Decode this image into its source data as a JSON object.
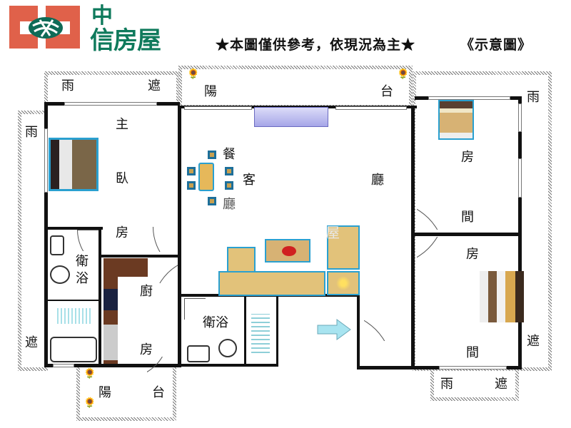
{
  "header": {
    "brand_line1": "中",
    "brand_line2": "信房屋",
    "notice": "★本圖僅供參考，依現況為主★",
    "diagram_tag": "《示意圖》",
    "logo_colors": {
      "block": "#e0614a",
      "globe": "#0f6b57",
      "text": "#0f7a5c"
    }
  },
  "rooms": {
    "master_bedroom": [
      "主",
      "臥",
      "房"
    ],
    "living_dining": {
      "dining": "餐",
      "living_top": "客",
      "living_right": "廳",
      "living_bottom": "廳"
    },
    "bedroom_ne": [
      "房",
      "間"
    ],
    "bedroom_se": [
      "房",
      "間"
    ],
    "bath_west": [
      "衛",
      "浴"
    ],
    "kitchen": [
      "廚",
      "房"
    ],
    "bath_center": "衛浴",
    "balcony_top": [
      "陽",
      "台"
    ],
    "balcony_bottom": [
      "陽",
      "台"
    ]
  },
  "rain_shelters": {
    "nw_top": [
      "雨",
      "遮"
    ],
    "west": [
      "雨",
      "遮"
    ],
    "east": [
      "雨",
      "遮"
    ],
    "south": [
      "雨",
      "遮"
    ]
  },
  "watermark": "屋",
  "colors": {
    "wall": "#111111",
    "furniture_outline": "#2aa0d0",
    "sofa": "#e2c27a",
    "arrow": "#a8e4f0"
  }
}
